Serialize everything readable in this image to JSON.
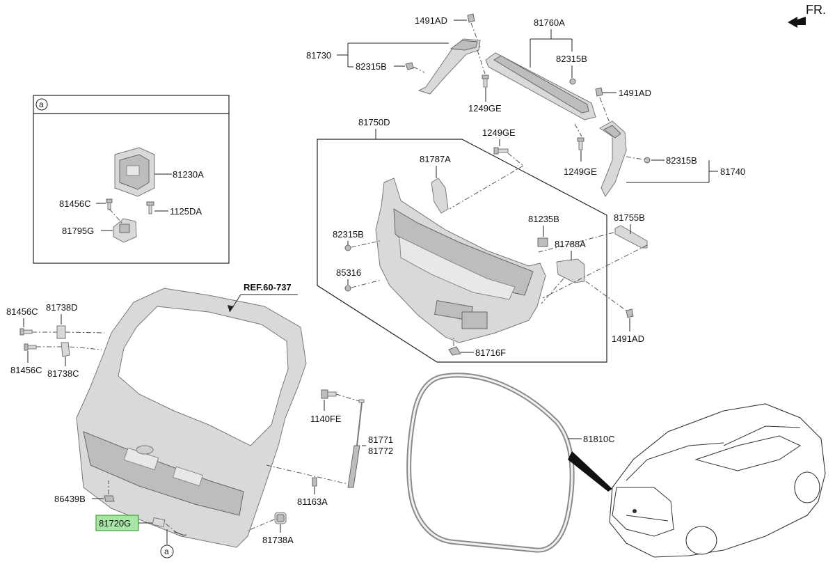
{
  "direction": "FR.",
  "reference": "REF.60-737",
  "detail_marker": "a",
  "highlight_color": "#a9e6a6",
  "parts": {
    "p1491AD_top": "1491AD",
    "p81760A": "81760A",
    "p81730": "81730",
    "p82315B_a": "82315B",
    "p82315B_b": "82315B",
    "p1249GE_a": "1249GE",
    "p1491AD_mid": "1491AD",
    "p81750D": "81750D",
    "p1249GE_b": "1249GE",
    "p81787A": "81787A",
    "p82315B_c": "82315B",
    "p81740": "81740",
    "p1249GE_c": "1249GE",
    "p81230A": "81230A",
    "p81456C_box": "81456C",
    "p1125DA": "1125DA",
    "p81795G": "81795G",
    "p82315B_d": "82315B",
    "p81235B": "81235B",
    "p81755B": "81755B",
    "p81788A": "81788A",
    "p85316": "85316",
    "p81456C_a": "81456C",
    "p81738D": "81738D",
    "p81456C_b": "81456C",
    "p81738C": "81738C",
    "p1491AD_low": "1491AD",
    "p81716F": "81716F",
    "p1140FE": "1140FE",
    "p81771": "81771",
    "p81772": "81772",
    "p81810C": "81810C",
    "p86439B": "86439B",
    "p81163A": "81163A",
    "p81720G": "81720G",
    "p81738A": "81738A"
  }
}
